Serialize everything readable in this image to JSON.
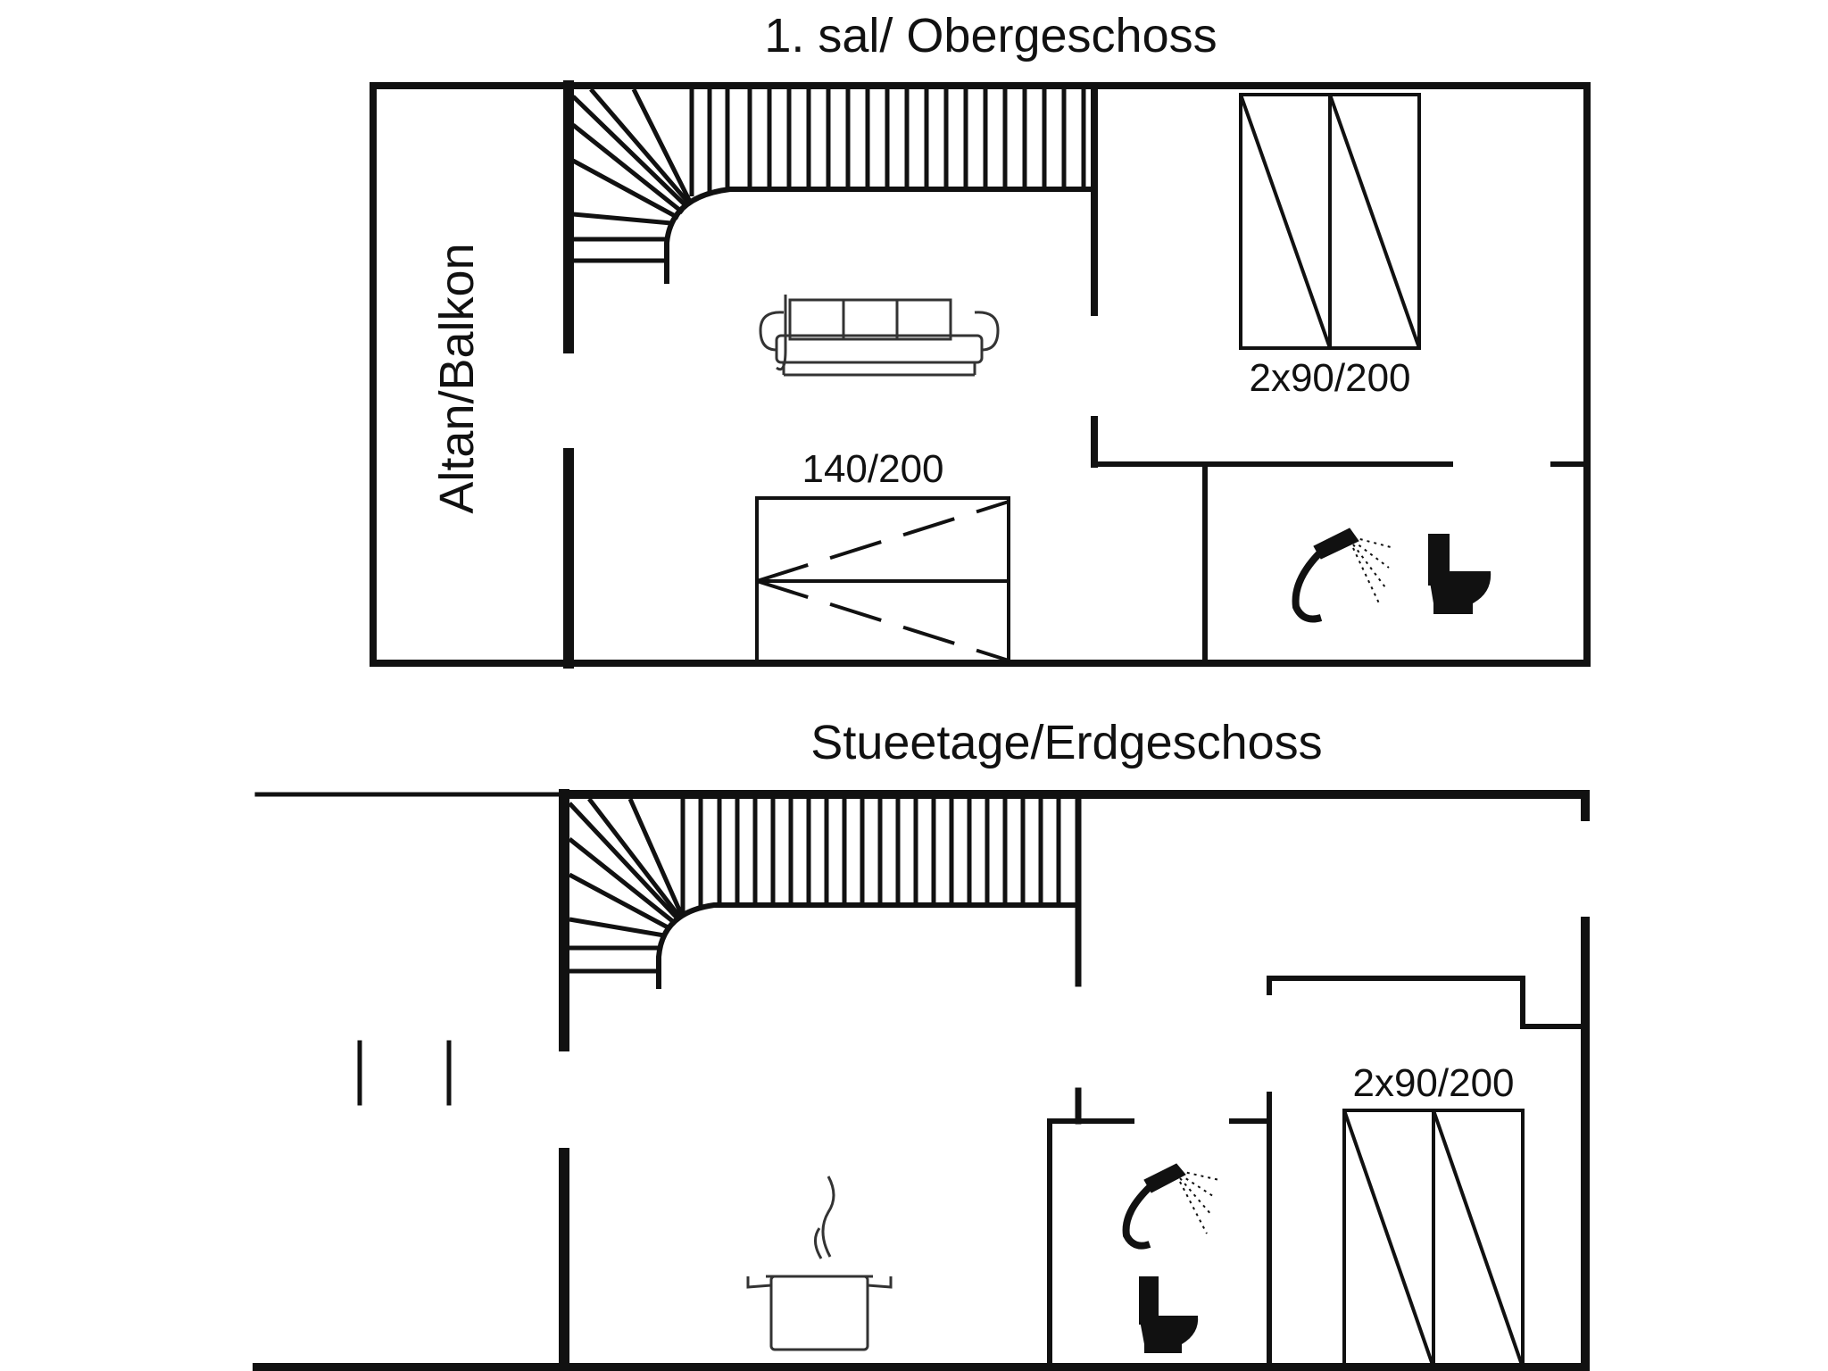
{
  "upper_floor": {
    "title": "1. sal/ Obergeschoss",
    "balcony_label": "Altan/Balkon",
    "bed_double_label": "140/200",
    "bed_twin_label": "2x90/200",
    "icons": [
      "sofa-icon",
      "shower-icon",
      "toilet-icon"
    ]
  },
  "ground_floor": {
    "title": "Stueetage/Erdgeschoss",
    "bed_twin_label": "2x90/200",
    "icons": [
      "cooking-pot-icon",
      "shower-icon",
      "toilet-icon"
    ]
  },
  "colors": {
    "line": "#111111",
    "background": "#ffffff"
  }
}
